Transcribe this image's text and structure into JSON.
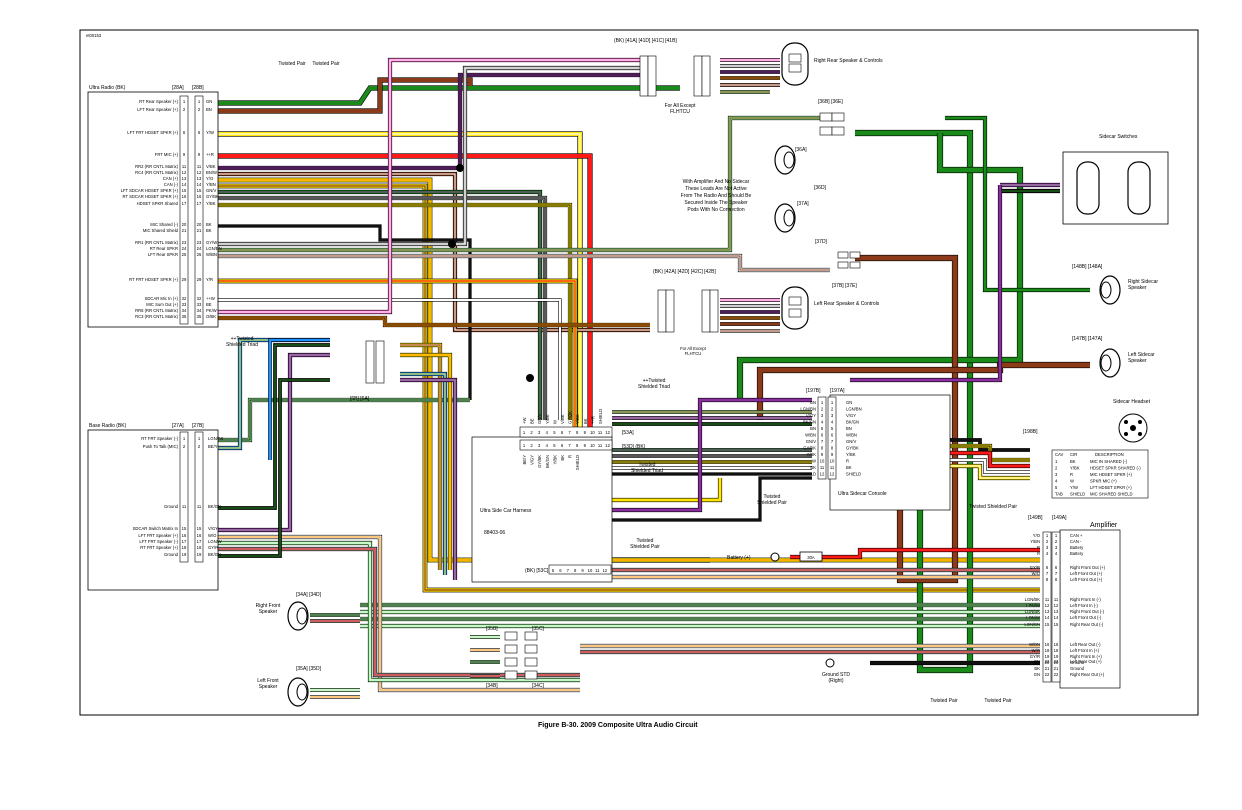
{
  "figure_id": "et00153",
  "caption": "Figure B-30. 2009 Composite Ultra Audio Circuit",
  "colors": {
    "GN": "#1a8a1a",
    "BK": "#111111",
    "Y": "#ffe600",
    "R": "#ff1a1a",
    "O": "#ff8c00",
    "V": "#8b2fa0",
    "BE": "#1e90ff",
    "BN": "#8b3a1a",
    "GY": "#a0a0a0",
    "W": "#ffffff",
    "PK": "#ff66cc",
    "LGN": "#90ee90",
    "R2": "#e31b1b"
  },
  "ultra_radio": {
    "title": "Ultra Radio  (BK)",
    "conn_a": "[28A]",
    "conn_b": "[28B]",
    "pins": [
      {
        "label": "RT Rear Speaker (+)",
        "pin": "1",
        "wire": "GN"
      },
      {
        "label": "LFT Rear Speaker (+)",
        "pin": "2",
        "wire": "BN"
      },
      {
        "label": "LFT FRT HDSET SPKR (+)",
        "pin": "6",
        "wire": "Y/W"
      },
      {
        "label": "FRT MIC (+)",
        "pin": "9",
        "wire": "++R"
      },
      {
        "label": "RR2 (RR CNTL Matrix)",
        "pin": "11",
        "wire": "V/BK"
      },
      {
        "label": "RC4 (RR CNTL Matrix)",
        "pin": "12",
        "wire": "BN/W"
      },
      {
        "label": "CAN (+)",
        "pin": "13",
        "wire": "Y/O"
      },
      {
        "label": "CAN (-)",
        "pin": "14",
        "wire": "Y/BN"
      },
      {
        "label": "LFT SDCAR HDSET SPKR (+)",
        "pin": "15",
        "wire": "GN/V"
      },
      {
        "label": "RT SDCAR HDSET SPKR (+)",
        "pin": "16",
        "wire": "GY/BK"
      },
      {
        "label": "HDSET SPKR Shared",
        "pin": "17",
        "wire": "Y/BK"
      },
      {
        "label": "MIC Shared (-)",
        "pin": "20",
        "wire": "BK"
      },
      {
        "label": "MIC Shared Shield",
        "pin": "21",
        "wire": "BK"
      },
      {
        "label": "RR1 (RR CNTL Matrix)",
        "pin": "23",
        "wire": "GY/W"
      },
      {
        "label": "RT Rear SPKR",
        "pin": "24",
        "wire": "LGN/BN"
      },
      {
        "label": "LFT Rear SPKR",
        "pin": "25",
        "wire": "W/BN"
      },
      {
        "label": "RT FRT HDSET SPKR (+)",
        "pin": "29",
        "wire": "Y/R"
      },
      {
        "label": "SDCAR Mic In (+)",
        "pin": "32",
        "wire": "++W"
      },
      {
        "label": "MIC Sum Out (+)",
        "pin": "33",
        "wire": "BE"
      },
      {
        "label": "RR5 (RR CNTL Matrix)",
        "pin": "34",
        "wire": "PK/W"
      },
      {
        "label": "RC3 (RR CNTL Matrix)",
        "pin": "35",
        "wire": "O/BK"
      }
    ]
  },
  "base_radio": {
    "title": "Base Radio  (BK)",
    "conn_a": "[27A]",
    "conn_b": "[27B]",
    "pins": [
      {
        "label": "RT FRT Speaker (-)",
        "pin": "1",
        "wire": "LGN/BK"
      },
      {
        "label": "Push To Talk (MIC)",
        "pin": "2",
        "wire": "BE/Y"
      },
      {
        "label": "Ground",
        "pin": "11",
        "wire": "BK/GN"
      },
      {
        "label": "SDCAR Switch Matrix In",
        "pin": "15",
        "wire": "V/GY"
      },
      {
        "label": "LFT FRT Speaker (+)",
        "pin": "16",
        "wire": "W/O"
      },
      {
        "label": "LFT FRT Speaker (-)",
        "pin": "17",
        "wire": "LGN/W"
      },
      {
        "label": "RT FRT Speaker (+)",
        "pin": "18",
        "wire": "GY/R"
      },
      {
        "label": "Ground",
        "pin": "19",
        "wire": "BK/GN"
      }
    ]
  },
  "amplifier": {
    "title": "Amplifier",
    "conn_a": "[149B]",
    "conn_b": "[149A]",
    "pins": [
      {
        "pin": "1",
        "wire": "Y/O",
        "label": "CAN +"
      },
      {
        "pin": "2",
        "wire": "Y/BN",
        "label": "CAN -"
      },
      {
        "pin": "3",
        "wire": "R",
        "label": "Battery"
      },
      {
        "pin": "4",
        "wire": "R",
        "label": "Battery"
      },
      {
        "pin": "6",
        "wire": "GY/R",
        "label": "Right Front Out (+)"
      },
      {
        "pin": "7",
        "wire": "W/O",
        "label": "Left Front Out (+)"
      },
      {
        "pin": "8",
        "wire": "",
        "label": "Left Front Out (+)"
      },
      {
        "pin": "11",
        "wire": "LGN/BK",
        "label": "Right Front In (-)"
      },
      {
        "pin": "12",
        "wire": "LGN/W",
        "label": "Left Front In (-)"
      },
      {
        "pin": "13",
        "wire": "LGN/BK",
        "label": "Right Front Out (-)"
      },
      {
        "pin": "14",
        "wire": "LGN/W",
        "label": "Left Front Out (-)"
      },
      {
        "pin": "15",
        "wire": "LGN/BN",
        "label": "Right Rear Out (-)"
      },
      {
        "pin": "16",
        "wire": "W/BN",
        "label": "Left Rear Out (-)"
      },
      {
        "pin": "18",
        "wire": "W/O",
        "label": "Left Front In (+)"
      },
      {
        "pin": "19",
        "wire": "GY/R",
        "label": "Right Front In (+)"
      },
      {
        "pin": "20",
        "wire": "BK",
        "label": "Ground"
      },
      {
        "pin": "21",
        "wire": "BK",
        "label": "Ground"
      },
      {
        "pin": "22",
        "wire": "GN",
        "label": "Right Rear Out (+)"
      },
      {
        "pin": "23",
        "wire": "BN",
        "label": "Left Rear Out (+)"
      }
    ]
  },
  "sidecar_console": {
    "title": "Ultra Sidecar Console",
    "conn_a": "[197B]",
    "conn_b": "[197A]",
    "pins": [
      {
        "pin": "1",
        "wire_l": "GN",
        "wire_r": "GN"
      },
      {
        "pin": "2",
        "wire_l": "LGN/BN",
        "wire_r": "LGN/BN"
      },
      {
        "pin": "3",
        "wire_l": "V/GY",
        "wire_r": "V/GY"
      },
      {
        "pin": "4",
        "wire_l": "BK/GN",
        "wire_r": "BK/GN"
      },
      {
        "pin": "5",
        "wire_l": "BN",
        "wire_r": "BN"
      },
      {
        "pin": "6",
        "wire_l": "W/BN",
        "wire_r": "W/BN"
      },
      {
        "pin": "7",
        "wire_l": "GN/V",
        "wire_r": "GN/V"
      },
      {
        "pin": "8",
        "wire_l": "GY/BK",
        "wire_r": "GY/BK"
      },
      {
        "pin": "9",
        "wire_l": "Y/BK",
        "wire_r": "Y/BK"
      },
      {
        "pin": "10",
        "wire_l": "W",
        "wire_r": "R"
      },
      {
        "pin": "11",
        "wire_l": "BK",
        "wire_r": "BK"
      },
      {
        "pin": "12",
        "wire_l": "SHIELD",
        "wire_r": "SHIELD"
      }
    ]
  },
  "harness": {
    "title": "Ultra Side Car Harness",
    "part": "88403-06",
    "conn_53a": "[53A]",
    "conn_53d": "[53D]  (BK)",
    "conn_53c": "(BK) [53C]",
    "top_wires": [
      "+W",
      "BE",
      "GN/V",
      "Y/BK",
      "W",
      "V/BK",
      "GY/BK",
      "Y/BK",
      "BK",
      "++R",
      "SHIELD"
    ],
    "bottom_wires": [
      "BE/Y",
      "V/GY",
      "GY/BK",
      "BK/GN",
      "Y/BK",
      "BK",
      "R",
      "SHIELD"
    ],
    "pin_numbers": [
      "1",
      "2",
      "3",
      "4",
      "5",
      "6",
      "7",
      "8",
      "9",
      "10",
      "11",
      "12"
    ],
    "conn_53c_pins": [
      "5",
      "6",
      "7",
      "8",
      "9",
      "10",
      "11",
      "12"
    ]
  },
  "headset_table": {
    "connector": "[198B]",
    "title": "Sidecar Headset",
    "header": [
      "CAV",
      "CIR",
      "DESCRIPTION"
    ],
    "rows": [
      [
        "1",
        "BK",
        "MIC IN SHARED (-)"
      ],
      [
        "2",
        "Y/BK",
        "HDSET SPKR SHARED (-)"
      ],
      [
        "3",
        "R",
        "MIC HDSET SPKR (+)"
      ],
      [
        "4",
        "W",
        "SPKR MIC (+)"
      ],
      [
        "5",
        "Y/W",
        "LFT HDSET SPKR (+)"
      ],
      [
        "TAB",
        "SHIELD",
        "MIC SHARED SHIELD"
      ]
    ]
  },
  "labels": {
    "twisted_pair_1": "Twisted Pair",
    "twisted_pair_2": "Twisted Pair",
    "twisted_shielded_triad_1": "++Twisted Shielded Triad",
    "twisted_shielded_triad_2": "++Twisted Shielded Triad",
    "twisted_shielded_triad_3": "Twisted Shielded Triad",
    "twisted_shielded_pair_1": "Twisted Shielded Pair",
    "twisted_shielded_pair_2": "Twisted Shielded Pair",
    "twisted_shielded_pair_3": "Twisted Shielded Pair",
    "twisted_pair_bottom_1": "Twisted Pair",
    "twisted_pair_bottom_2": "Twisted Pair",
    "right_rear_speaker": "Right Rear Speaker & Controls",
    "left_rear_speaker": "Left Rear Speaker & Controls",
    "sidecar_switches": "Sidecar Switches",
    "right_sidecar_speaker": "Right Sidecar Speaker",
    "left_sidecar_speaker": "Left Sidecar Speaker",
    "right_front_speaker": "Right Front Speaker",
    "left_front_speaker": "Left Front Speaker",
    "ground_std": "Ground STD (Right)",
    "battery": "Battery (+)",
    "fuse": "30A",
    "for_all_except_1": "For All Except FLHTCU",
    "for_all_except_2": "For All Except FLHTCU",
    "amp_note": "With Amplifier And No Sidecar These Leads Are Not Active From The Radio And Should Be Secured Inside The Speaker Pods With No Connection",
    "conn_41": "(BK)  [41A] [41D]     [41C] [41B]",
    "conn_42": "(BK) [42A] [42D] [42C] [42B]",
    "conn_36": "[36B] [36E]",
    "conn_36a": "[36A]",
    "conn_36d": "[36D]",
    "conn_37a": "[37A]",
    "conn_37d": "[37D]",
    "conn_37b": "[37B] [37E]",
    "conn_148": "[148B] [148A]",
    "conn_147": "[147B] [147A]",
    "conn_6b": "[6B] [6A]",
    "conn_34a": "[34A] [34D]",
    "conn_35a": "[35A] [35D]",
    "conn_35b": "[35B]",
    "conn_35c": "[35C]",
    "conn_34b": "[34B]",
    "conn_34c": "[34C]"
  }
}
